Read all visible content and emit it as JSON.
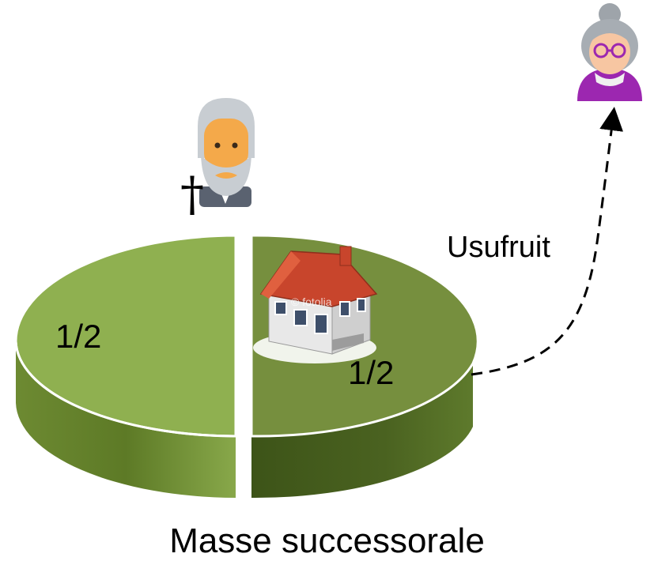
{
  "diagram": {
    "left_share": "1/2",
    "right_share": "1/2",
    "arrow_label": "Usufruit",
    "caption": "Masse successorale",
    "deceased_symbol": "†",
    "watermark": "© fotolia"
  },
  "icons": {
    "deceased": "old-man-icon",
    "beneficiary": "old-woman-icon",
    "property": "house-icon"
  },
  "colors": {
    "left_half_top": "#8fb050",
    "right_half_top": "#768f3e",
    "side_dark": "#4d6320",
    "beneficiary_clothes": "#9c27b0"
  }
}
